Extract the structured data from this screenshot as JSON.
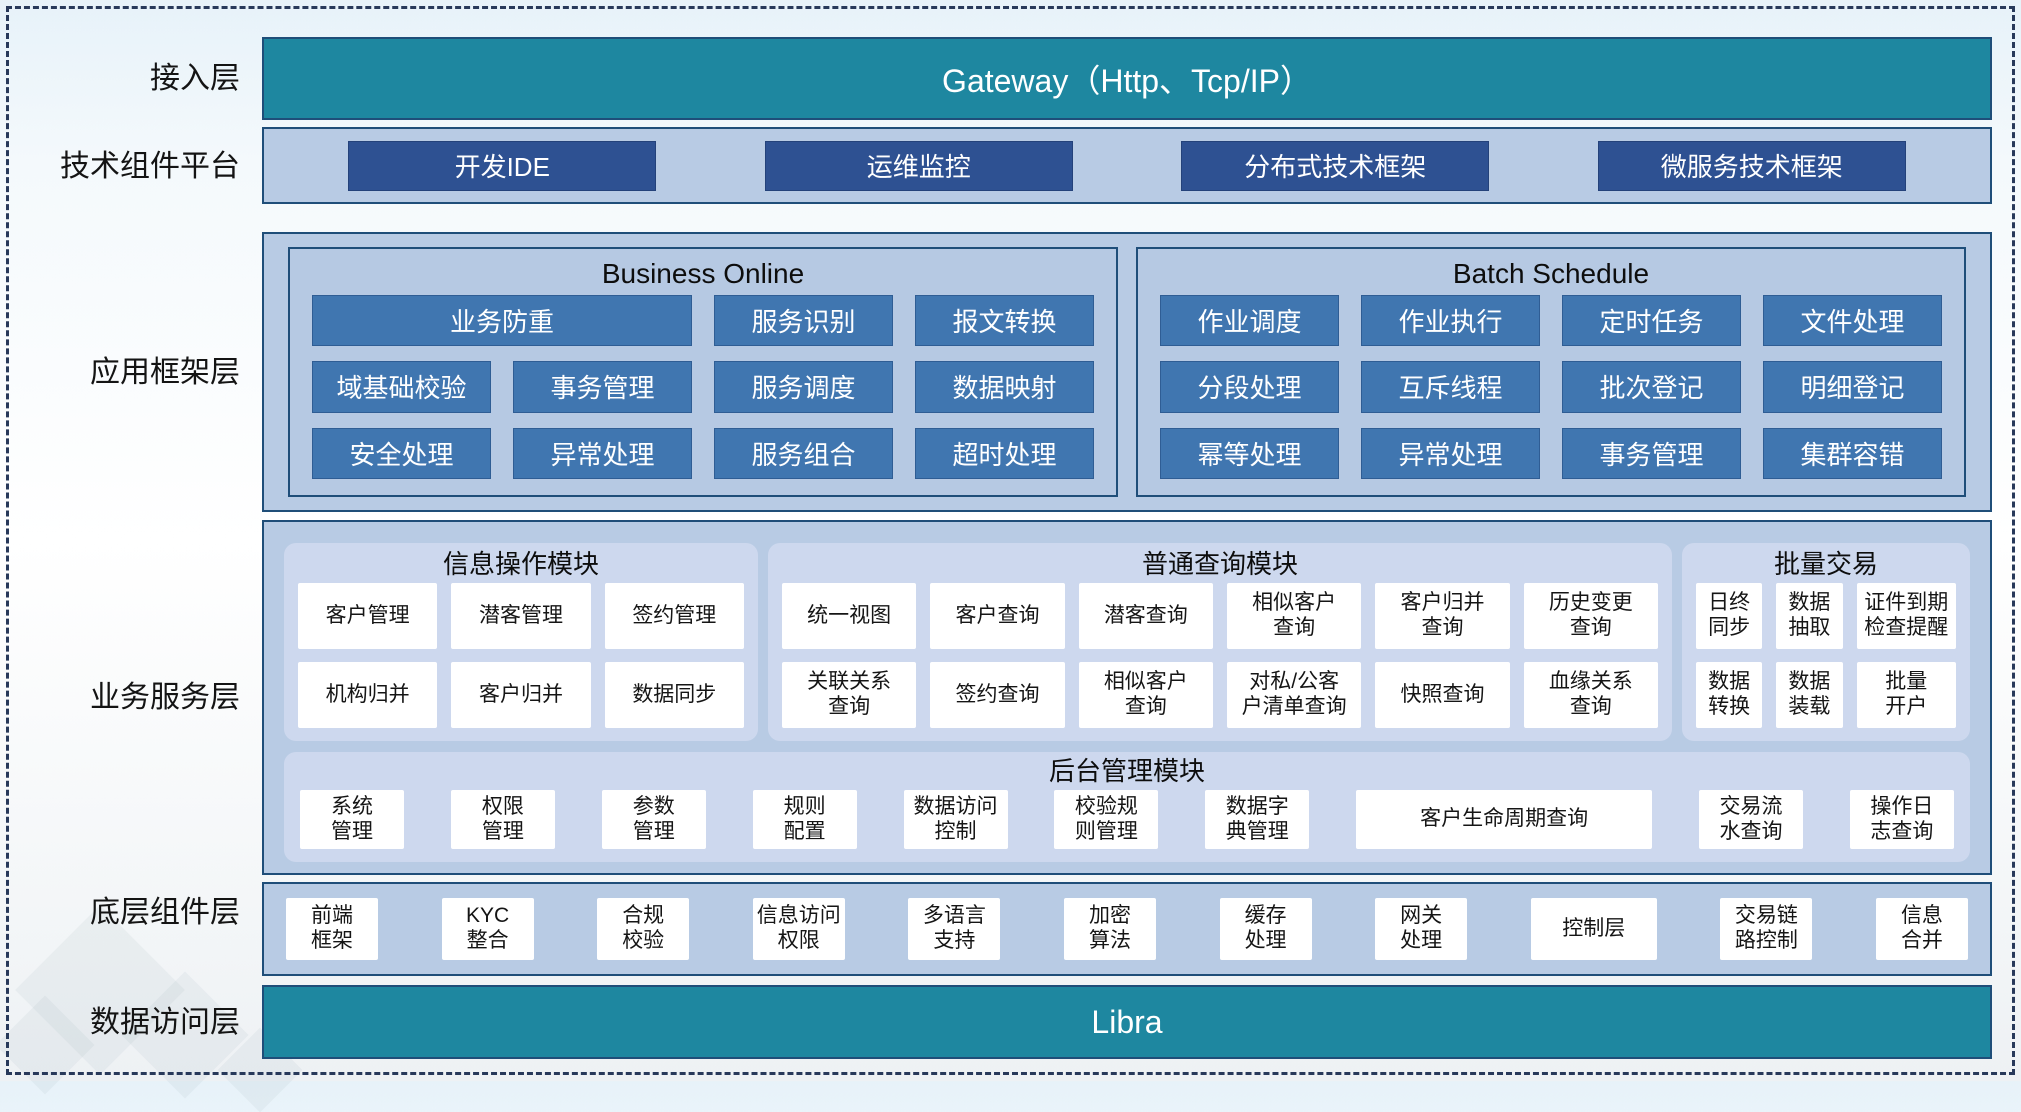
{
  "colors": {
    "teal_bar": "#1e87a0",
    "navy_button": "#2e5192",
    "blue_button": "#4076b0",
    "container_fill": "#b8cbe4",
    "module_fill": "#cdd8ee",
    "border_navy": "#1f4e79",
    "item_box": "#ffffff",
    "frame_dash": "#28395a"
  },
  "layers": {
    "access": {
      "label": "接入层",
      "bar": "Gateway（Http、Tcp/IP）"
    },
    "tech_platform": {
      "label": "技术组件平台",
      "items": [
        "开发IDE",
        "运维监控",
        "分布式技术框架",
        "微服务技术框架"
      ]
    },
    "app_framework": {
      "label": "应用框架层",
      "business_online": {
        "title": "Business Online",
        "items": [
          {
            "label": "业务防重",
            "span": 2
          },
          {
            "label": "服务识别"
          },
          {
            "label": "报文转换"
          },
          {
            "label": "域基础校验"
          },
          {
            "label": "事务管理"
          },
          {
            "label": "服务调度"
          },
          {
            "label": "数据映射"
          },
          {
            "label": "安全处理"
          },
          {
            "label": "异常处理"
          },
          {
            "label": "服务组合"
          },
          {
            "label": "超时处理"
          }
        ]
      },
      "batch_schedule": {
        "title": "Batch Schedule",
        "items": [
          {
            "label": "作业调度"
          },
          {
            "label": "作业执行"
          },
          {
            "label": "定时任务"
          },
          {
            "label": "文件处理"
          },
          {
            "label": "分段处理"
          },
          {
            "label": "互斥线程"
          },
          {
            "label": "批次登记"
          },
          {
            "label": "明细登记"
          },
          {
            "label": "幂等处理"
          },
          {
            "label": "异常处理"
          },
          {
            "label": "事务管理"
          },
          {
            "label": "集群容错"
          }
        ]
      }
    },
    "business_service": {
      "label": "业务服务层",
      "info_ops_module": {
        "title": "信息操作模块",
        "items": [
          "客户管理",
          "潜客管理",
          "签约管理",
          "机构归并",
          "客户归并",
          "数据同步"
        ]
      },
      "common_query_module": {
        "title": "普通查询模块",
        "items": [
          "统一视图",
          "客户查询",
          "潜客查询",
          "相似客户\n查询",
          "客户归并\n查询",
          "历史变更\n查询",
          "关联关系\n查询",
          "签约查询",
          "相似客户\n查询",
          "对私/公客\n户清单查询",
          "快照查询",
          "血缘关系\n查询"
        ]
      },
      "batch_trade_module": {
        "title": "批量交易",
        "items": [
          "日终\n同步",
          "数据\n抽取",
          "证件到期\n检查提醒",
          "数据\n转换",
          "数据\n装载",
          "批量\n开户"
        ]
      },
      "admin_module": {
        "title": "后台管理模块",
        "items": [
          {
            "label": "系统\n管理"
          },
          {
            "label": "权限\n管理"
          },
          {
            "label": "参数\n管理"
          },
          {
            "label": "规则\n配置"
          },
          {
            "label": "数据访问\n控制"
          },
          {
            "label": "校验规\n则管理"
          },
          {
            "label": "数据字\n典管理"
          },
          {
            "label": "客户生命周期查询",
            "wide": true
          },
          {
            "label": "交易流\n水查询"
          },
          {
            "label": "操作日\n志查询"
          }
        ]
      }
    },
    "base_components": {
      "label": "底层组件层",
      "items": [
        {
          "label": "前端\n框架"
        },
        {
          "label": "KYC\n整合"
        },
        {
          "label": "合规\n校验"
        },
        {
          "label": "信息访问\n权限"
        },
        {
          "label": "多语言\n支持"
        },
        {
          "label": "加密\n算法"
        },
        {
          "label": "缓存\n处理"
        },
        {
          "label": "网关\n处理"
        },
        {
          "label": "控制层",
          "wide": true
        },
        {
          "label": "交易链\n路控制"
        },
        {
          "label": "信息\n合并"
        }
      ]
    },
    "data_access": {
      "label": "数据访问层",
      "bar": "Libra"
    }
  }
}
